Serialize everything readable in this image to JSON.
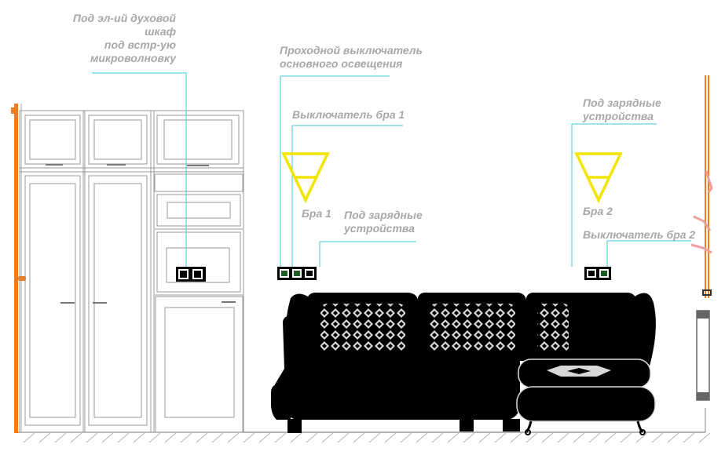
{
  "labels": {
    "oven": [
      "Под эл-ий духовой",
      "шкаф",
      "под встр-ую",
      "микроволновку"
    ],
    "pass_switch": [
      "Проходной выключатель",
      "основного освещения"
    ],
    "switch_bra1": "Выключатель бра 1",
    "bra1": "Бра 1",
    "chargers_left": [
      "Под зарядные",
      "устройства"
    ],
    "chargers_right": [
      "Под зарядные",
      "устройства"
    ],
    "bra2": "Бра 2",
    "switch_bra2": "Выключатель бра 2"
  },
  "colors": {
    "label_text": "#a8a8a8",
    "leader_line": "#3fc8d8",
    "wall_orange": "#f07a1e",
    "sconce_yellow": "#f2e600",
    "furniture_outline": "#9a9a9a",
    "sofa": "#000000",
    "pink_accent": "#f0a0a0"
  }
}
